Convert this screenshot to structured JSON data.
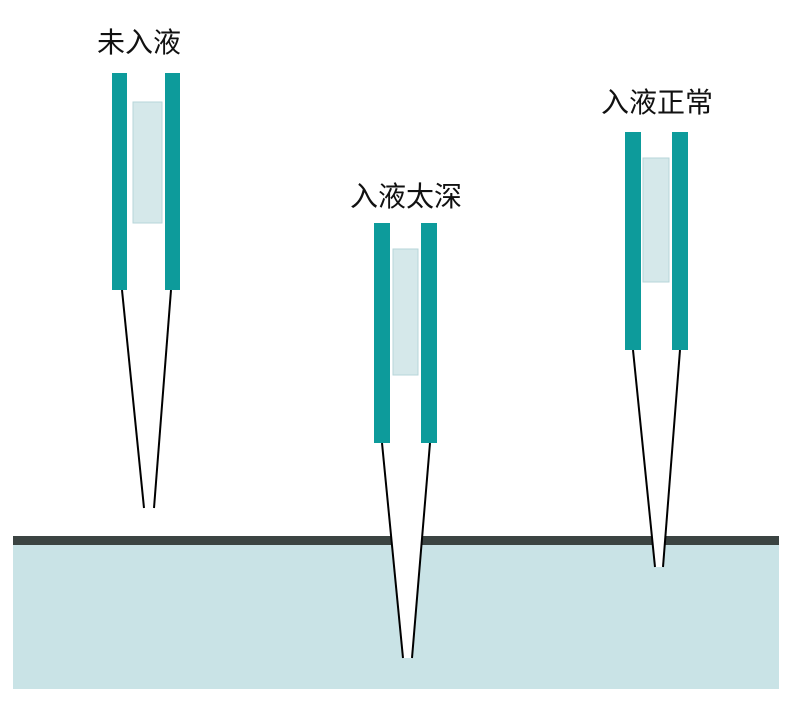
{
  "labels": {
    "probe_not_immersed": "未入液",
    "probe_too_deep": "入液太深",
    "probe_normal": "入液正常"
  },
  "colors": {
    "probe_teal": "#0d9b9b",
    "inner_fill": "#d5e8ea",
    "inner_stroke": "#b7d6d9",
    "liquid": "#c9e3e6",
    "surface_line": "#3b4442",
    "tip_line": "#000000",
    "background": "#ffffff",
    "label_color": "#111111"
  }
}
